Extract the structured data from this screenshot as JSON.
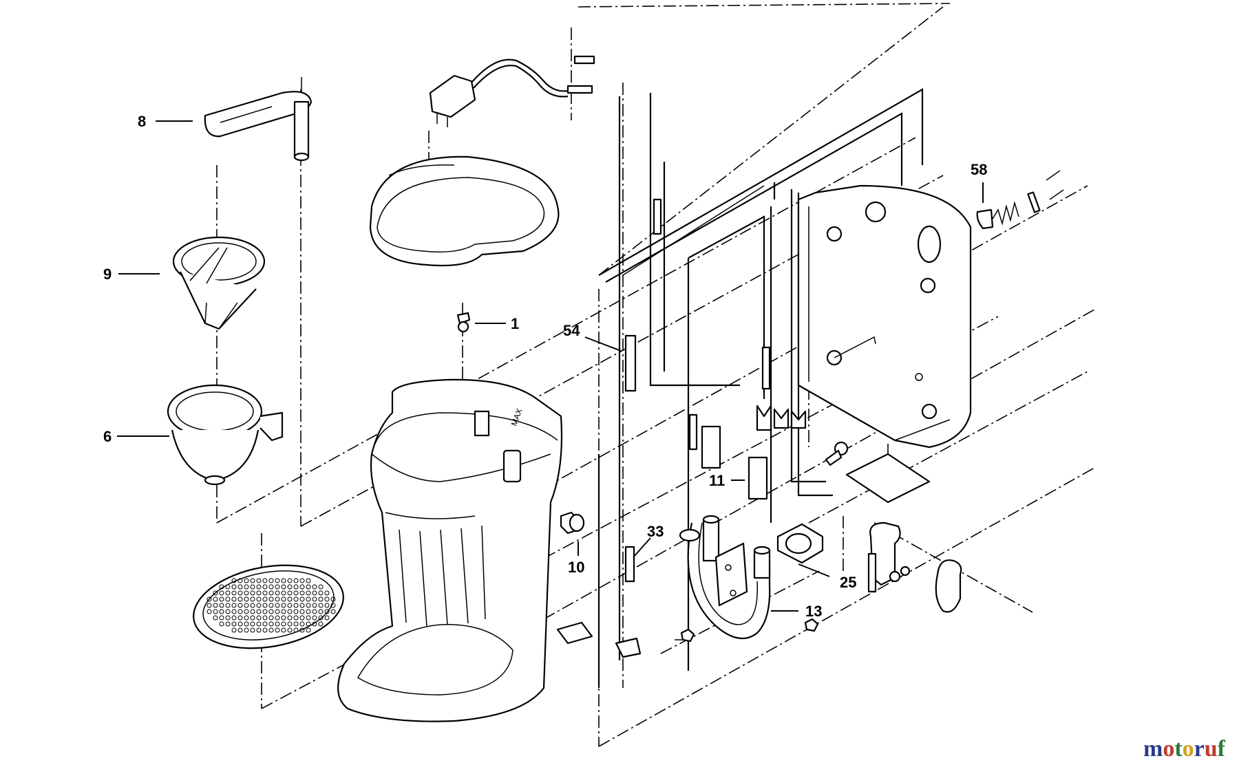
{
  "diagram": {
    "labels": [
      {
        "id": "label-8",
        "text": "8"
      },
      {
        "id": "label-9",
        "text": "9"
      },
      {
        "id": "label-1",
        "text": "1"
      },
      {
        "id": "label-6",
        "text": "6"
      },
      {
        "id": "label-54",
        "text": "54"
      },
      {
        "id": "label-58",
        "text": "58"
      },
      {
        "id": "label-11",
        "text": "11"
      },
      {
        "id": "label-33",
        "text": "33"
      },
      {
        "id": "label-10",
        "text": "10"
      },
      {
        "id": "label-25",
        "text": "25"
      },
      {
        "id": "label-13",
        "text": "13"
      }
    ],
    "watermark": "motoruf",
    "watermark_colors": [
      "#2b3a8c",
      "#c0392b",
      "#2b7a3a",
      "#d4a017"
    ]
  }
}
